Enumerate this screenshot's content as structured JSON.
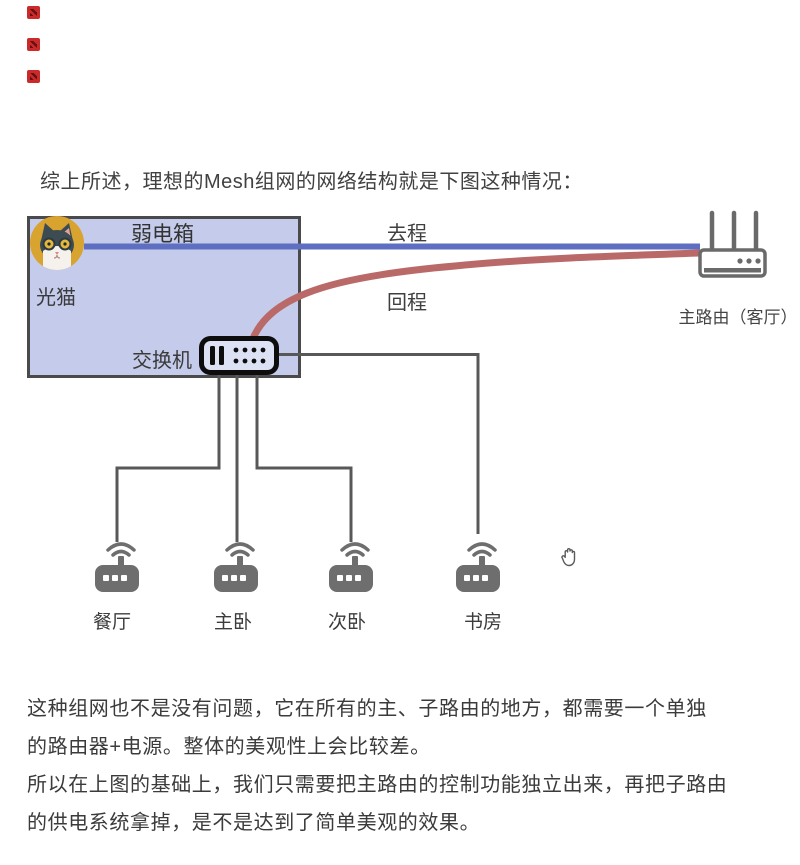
{
  "page": {
    "intro_text": "综上所述，理想的Mesh组网的网络结构就是下图这种情况：",
    "marker_color": "#cb2a2a"
  },
  "diagram": {
    "box_label": "弱电箱",
    "modem_label": "光猫",
    "switch_label": "交换机",
    "outbound_label": "去程",
    "return_label": "回程",
    "main_router_label": "主路由（客厅）",
    "rooms": [
      {
        "label": "餐厅"
      },
      {
        "label": "主卧"
      },
      {
        "label": "次卧"
      },
      {
        "label": "书房"
      }
    ],
    "colors": {
      "box_fill": "#c5cbea",
      "box_border": "#4a4a4a",
      "outbound_line": "#5e6fc2",
      "return_line": "#b96a68",
      "wire_gray": "#585858",
      "router_solid": "#6e6e6e",
      "router_outline": "#6a6a6a",
      "avatar_bg": "#d9a32f"
    },
    "icons": [
      "cat-avatar-icon",
      "network-switch-icon",
      "router-outline-icon",
      "wifi-router-icon",
      "hand-grab-cursor-icon"
    ]
  },
  "paragraphs": [
    "这种组网也不是没有问题，它在所有的主、子路由的地方，都需要一个单独",
    "的路由器+电源。整体的美观性上会比较差。",
    "所以在上图的基础上，我们只需要把主路由的控制功能独立出来，再把子路由",
    "的供电系统拿掉，是不是达到了简单美观的效果。"
  ]
}
